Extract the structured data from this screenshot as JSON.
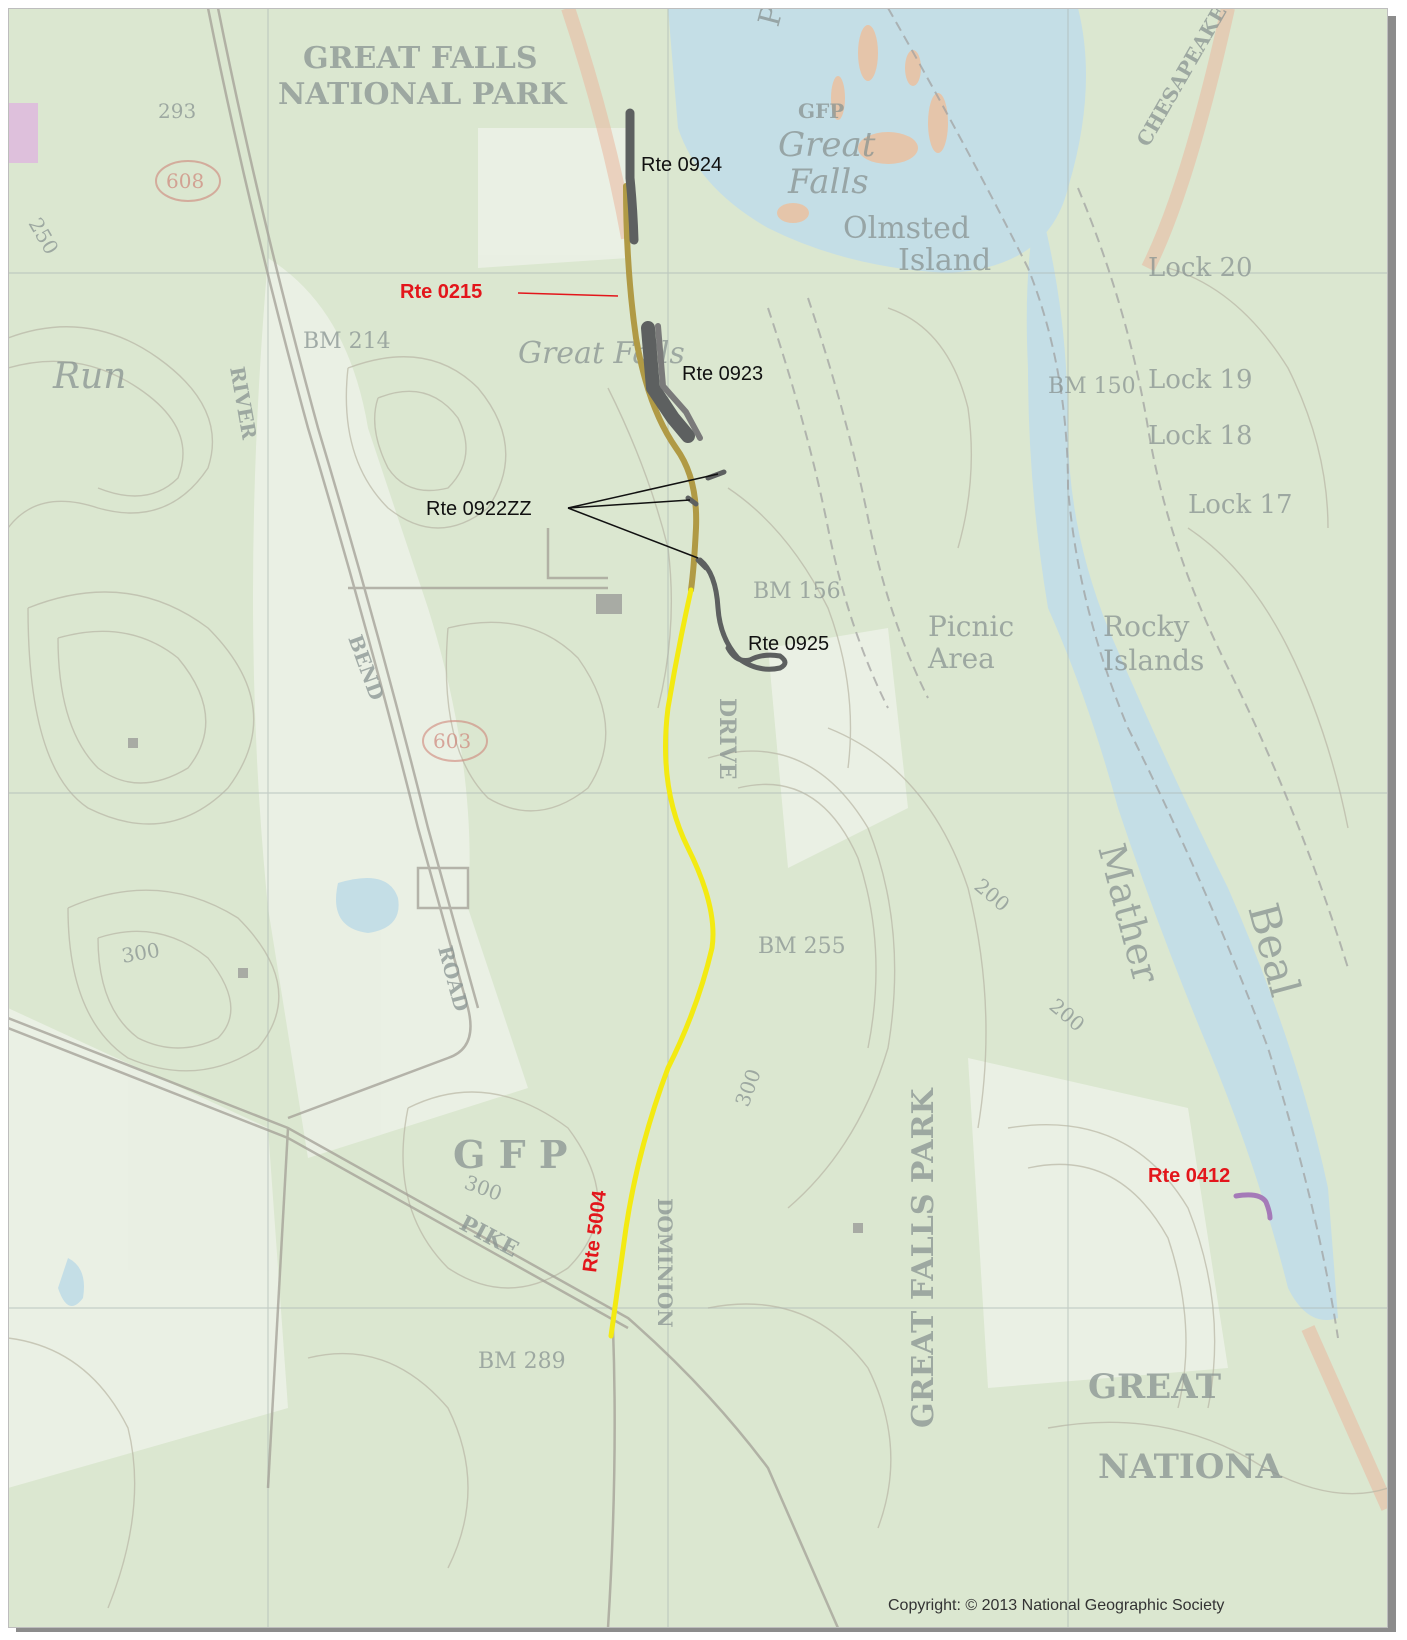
{
  "colors": {
    "base_green": "#cfe0c1",
    "water": "#b7d6e0",
    "contour": "#a9a692",
    "route_gray": "#5d6060",
    "route_olive": "#b09a45",
    "route_yellow": "#f3ea12",
    "route_purple": "#a57ab8",
    "label_red": "#e3161b"
  },
  "routes": {
    "r0924": "Rte 0924",
    "r0215": "Rte 0215",
    "r0923": "Rte 0923",
    "r0922zz": "Rte 0922ZZ",
    "r0925": "Rte 0925",
    "r5004": "Rte 5004",
    "r0412": "Rte 0412"
  },
  "basemap_labels": {
    "great_falls": "GREAT FALLS",
    "national_park": "NATIONAL PARK",
    "gfp_top": "GFP",
    "great": "Great",
    "falls": "Falls",
    "olmsted": "Olmsted",
    "island": "Island",
    "lock20": "Lock 20",
    "lock19": "Lock 19",
    "lock18": "Lock 18",
    "lock17": "Lock 17",
    "great_falls_run": "Great Falls",
    "run": "Run",
    "bm214": "BM 214",
    "bm156": "BM 156",
    "bm150": "BM 150",
    "bm255": "BM 255",
    "bm289": "BM 289",
    "picnic": "Picnic",
    "area": "Area",
    "rocky": "Rocky",
    "islands": "Islands",
    "gfp_bottom": "G F P",
    "great_falls_park_vertical": "GREAT FALLS PARK",
    "drive": "DRIVE",
    "dominion": "DOMINION",
    "bend": "BEND",
    "road": "ROAD",
    "pike": "PIKE",
    "river": "RIVER",
    "potomac": "POTOMAC",
    "chesapeake": "CHESAPEAKE",
    "mather": "Mather",
    "beall": "Beal",
    "great_bottom": "GREAT",
    "nationa": "NATIONA",
    "c300a": "300",
    "c300b": "300",
    "c300c": "300",
    "c250": "250",
    "c200a": "200",
    "c200b": "200",
    "c293": "293",
    "rt608": "608",
    "rt603": "603"
  },
  "copyright": "Copyright: © 2013 National Geographic Society"
}
